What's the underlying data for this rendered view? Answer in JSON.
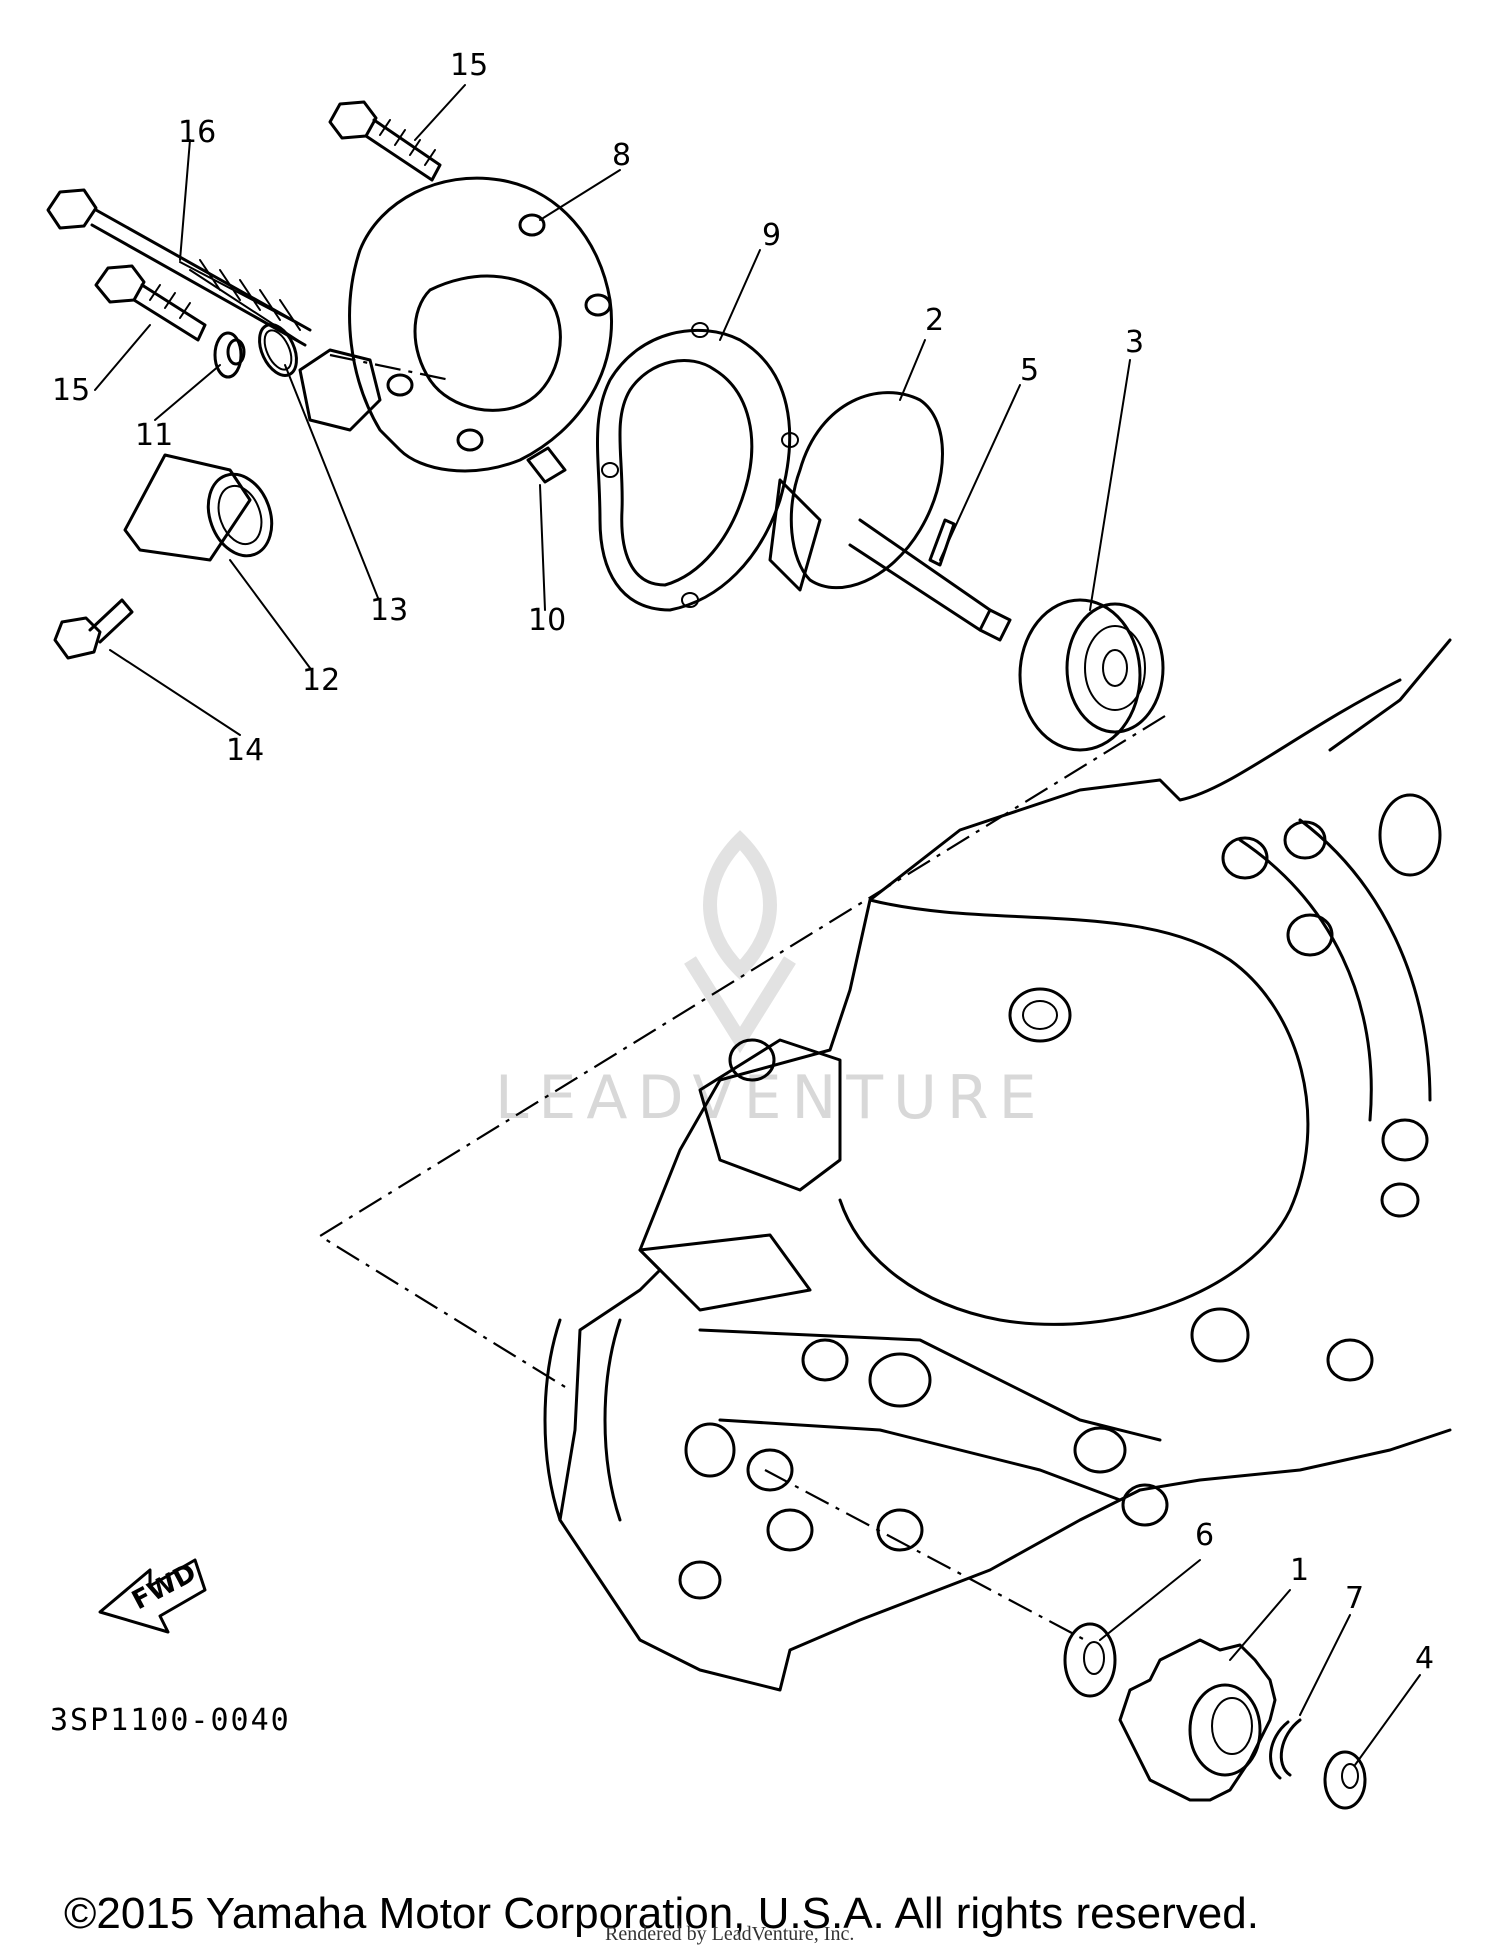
{
  "callouts": [
    "1",
    "2",
    "3",
    "4",
    "5",
    "6",
    "7",
    "8",
    "9",
    "10",
    "11",
    "12",
    "13",
    "14",
    "15",
    "15",
    "16"
  ],
  "part_code": "3SP1100-0040",
  "fwd_label": "FWD",
  "watermark": "LEADVENTURE",
  "copyright": "©2015 Yamaha Motor Corporation, U.S.A. All rights reserved.",
  "rendered_by": "Rendered by LeadVenture, Inc."
}
